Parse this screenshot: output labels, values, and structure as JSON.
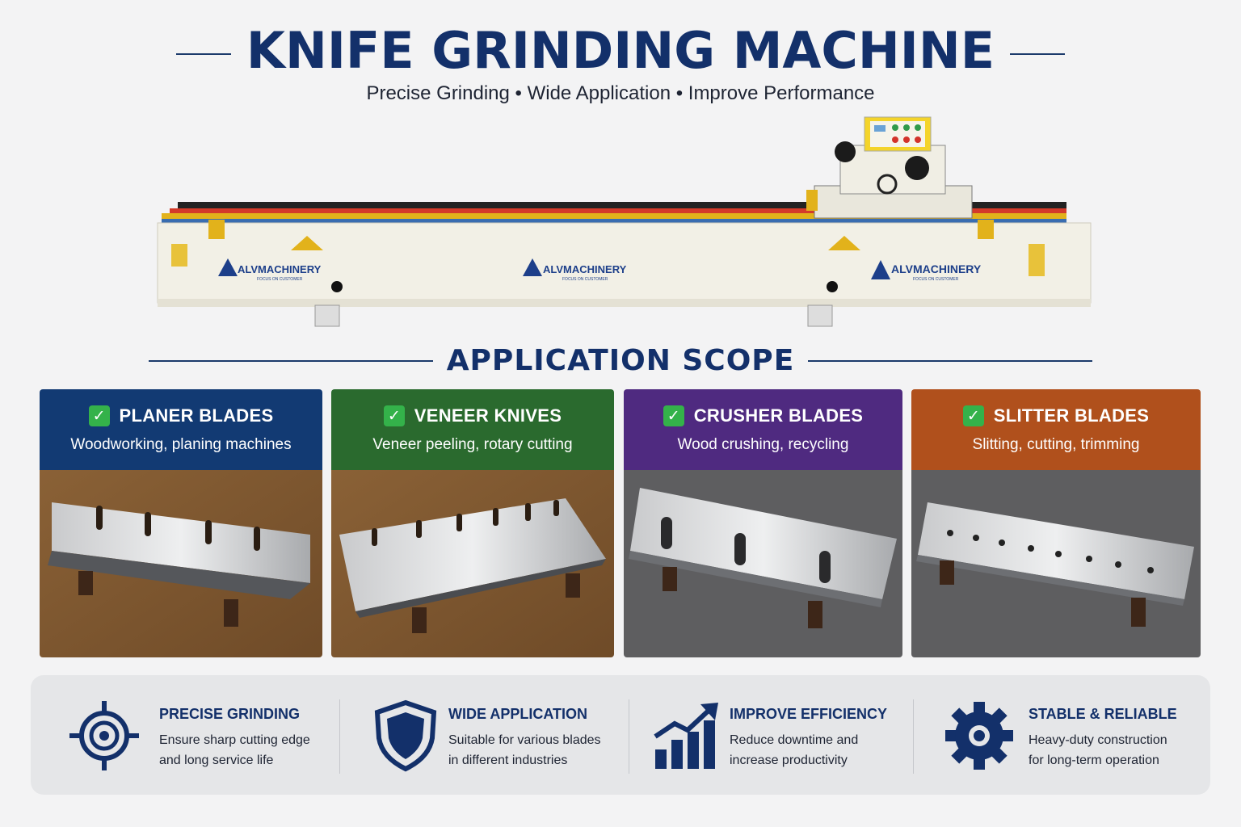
{
  "header": {
    "title": "KNIFE GRINDING MACHINE",
    "subtitle": "Precise Grinding  •  Wide Application  •  Improve Performance"
  },
  "machine": {
    "brand": "ALVMACHINERY",
    "tagline": "FOCUS ON CUSTOMER"
  },
  "scope": {
    "title": "APPLICATION SCOPE",
    "cards": [
      {
        "title": "PLANER BLADES",
        "subtitle": "Woodworking, planing machines",
        "color": "#123a73"
      },
      {
        "title": "VENEER KNIVES",
        "subtitle": "Veneer peeling, rotary cutting",
        "color": "#2a6a2e"
      },
      {
        "title": "CRUSHER BLADES",
        "subtitle": "Wood crushing, recycling",
        "color": "#4f2a80"
      },
      {
        "title": "SLITTER BLADES",
        "subtitle": "Slitting, cutting, trimming",
        "color": "#b0501c"
      }
    ]
  },
  "features": [
    {
      "icon": "target-icon",
      "title": "PRECISE GRINDING",
      "line1": "Ensure sharp cutting edge",
      "line2": "and long service life"
    },
    {
      "icon": "shield-icon",
      "title": "WIDE APPLICATION",
      "line1": "Suitable for various blades",
      "line2": "in different industries"
    },
    {
      "icon": "growth-chart-icon",
      "title": "IMPROVE EFFICIENCY",
      "line1": "Reduce downtime and",
      "line2": "increase productivity"
    },
    {
      "icon": "gear-icon",
      "title": "STABLE & RELIABLE",
      "line1": "Heavy-duty construction",
      "line2": "for long-term operation"
    }
  ],
  "colors": {
    "navy": "#13306a",
    "check_green": "#34b24a",
    "panel": "#e5e6e8"
  }
}
